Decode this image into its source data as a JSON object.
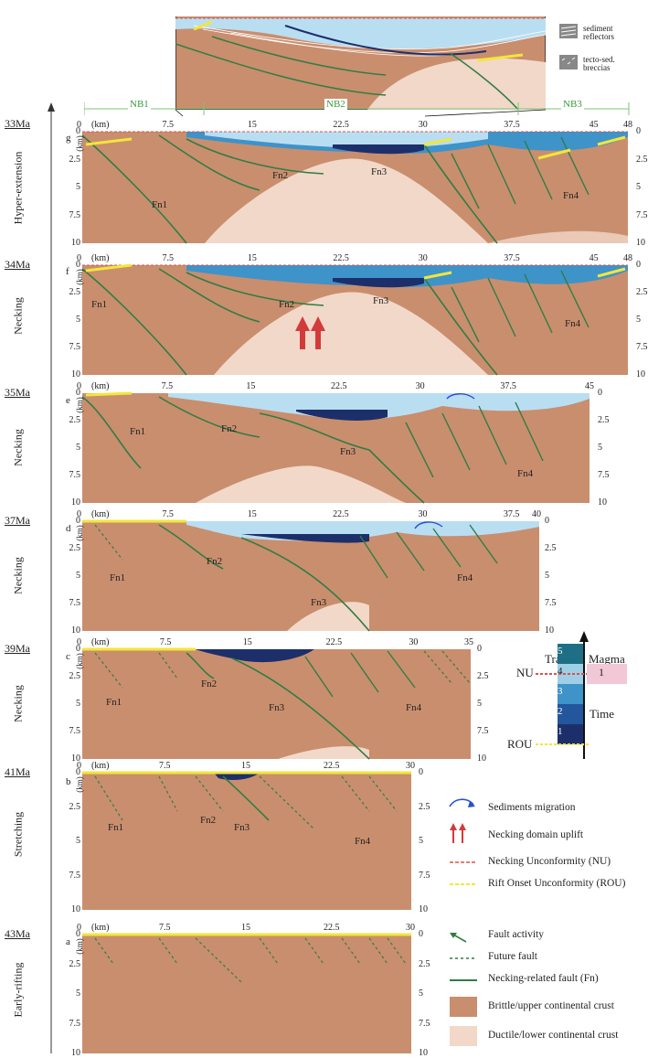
{
  "ages": [
    "33Ma",
    "34Ma",
    "35Ma",
    "37Ma",
    "39Ma",
    "41Ma",
    "43Ma"
  ],
  "stages": [
    "Hyper-extension",
    "Necking",
    "Necking",
    "Necking",
    "Necking",
    "Stretching",
    "Early-rifting"
  ],
  "panel_letters": [
    "g",
    "f",
    "e",
    "d",
    "c",
    "b",
    "a"
  ],
  "domains": [
    "NB1",
    "NB2",
    "NB3"
  ],
  "km_unit": "(km)",
  "depth_unit": "(km)",
  "x_ticks": {
    "g": [
      "0",
      "7.5",
      "15",
      "22.5",
      "30",
      "37.5",
      "45",
      "48"
    ],
    "f": [
      "0",
      "7.5",
      "15",
      "22.5",
      "30",
      "37.5",
      "45",
      "48"
    ],
    "e": [
      "0",
      "7.5",
      "15",
      "22.5",
      "30",
      "37.5",
      "45"
    ],
    "d": [
      "0",
      "7.5",
      "15",
      "22.5",
      "30",
      "37.5",
      "40"
    ],
    "c": [
      "0",
      "7.5",
      "15",
      "22.5",
      "30",
      "35"
    ],
    "b": [
      "0",
      "7.5",
      "15",
      "22.5",
      "30"
    ],
    "a": [
      "0",
      "7.5",
      "15",
      "22.5",
      "30"
    ]
  },
  "depth_ticks": [
    "0",
    "2.5",
    "5",
    "7.5",
    "10"
  ],
  "faults": {
    "g": [
      "Fn1",
      "Fn2",
      "Fn3",
      "Fn4"
    ],
    "f": [
      "Fn1",
      "Fn2",
      "Fn3",
      "Fn4"
    ],
    "e": [
      "Fn1",
      "Fn2",
      "Fn3",
      "Fn4"
    ],
    "d": [
      "Fn1",
      "Fn2",
      "Fn3",
      "Fn4"
    ],
    "c": [
      "Fn1",
      "Fn2",
      "Fn3",
      "Fn4"
    ],
    "b": [
      "Fn1",
      "Fn2",
      "Fn3",
      "Fn4"
    ]
  },
  "inset_legend": [
    "sediment reflectors",
    "tecto-sed. breccias"
  ],
  "tracts": {
    "header_tracts": "Tracts",
    "header_magma": "Magma",
    "levels": [
      "1",
      "2",
      "3",
      "4",
      "5"
    ],
    "magma_value": "1",
    "time_label": "Time",
    "nu": "NU",
    "rou": "ROU",
    "colors": [
      "#1d2f6b",
      "#23569c",
      "#3e93c9",
      "#9fcfe6",
      "#1e6f86"
    ]
  },
  "legend": [
    {
      "key": "sediments-migration",
      "text": "Sediments migration"
    },
    {
      "key": "necking-uplift",
      "text": "Necking domain uplift"
    },
    {
      "key": "nu",
      "text": "Necking Unconformity (NU)"
    },
    {
      "key": "rou",
      "text": "Rift Onset Unconformity (ROU)"
    },
    {
      "key": "fault-activity",
      "text": "Fault activity"
    },
    {
      "key": "future-fault",
      "text": "Future fault"
    },
    {
      "key": "necking-fault",
      "text": "Necking-related fault (Fn)"
    },
    {
      "key": "brittle",
      "text": "Brittle/upper continental crust"
    },
    {
      "key": "ductile",
      "text": "Ductile/lower continental crust"
    }
  ],
  "colors": {
    "upper_crust": "#c98e6e",
    "lower_crust": "#f2d8c8",
    "fault": "#2f7d44",
    "rou": "#f3e63a",
    "nu": "#d9534f",
    "water": "#b9def2",
    "domain": "#7cc576"
  }
}
